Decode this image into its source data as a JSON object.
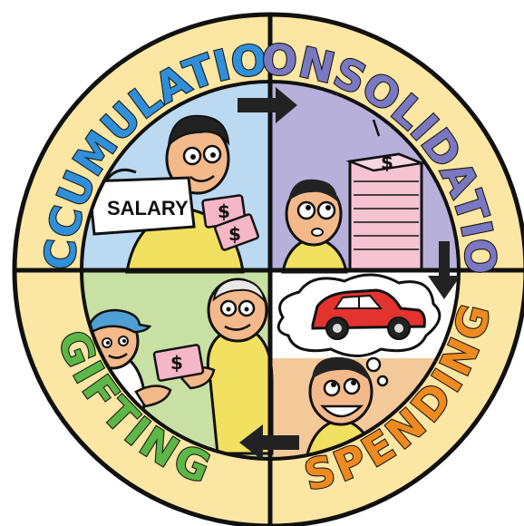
{
  "cycle": {
    "stages": [
      {
        "label": "ACCUMULATION",
        "color": "#2f8fd8"
      },
      {
        "label": "CONSOLIDATION",
        "color": "#7a78c0"
      },
      {
        "label": "SPENDING",
        "color": "#ef8a1f"
      },
      {
        "label": "GIFTING",
        "color": "#5cb746"
      }
    ],
    "quadrant_colors": {
      "accumulation": "#bcd9f2",
      "consolidation": "#b7b0da",
      "spending_sky": "#ffffff",
      "spending_ground": "#f3c99a",
      "gifting": "#c8e0a4"
    },
    "ring_color": "#fbe6a3",
    "salary_bag_label": "SALARY",
    "currency_symbol": "$"
  }
}
